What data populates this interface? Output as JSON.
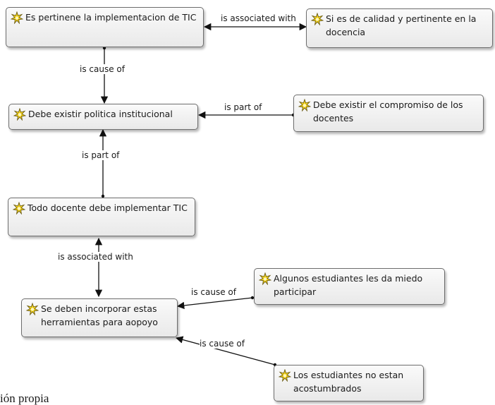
{
  "nodes": {
    "n1": "Es pertinene la implementacion de TIC",
    "n2": "Si es de calidad y pertinente en la docencia",
    "n3": "Debe existir  politica institucional",
    "n4": "Debe existir el compromiso de los docentes",
    "n5": "Todo docente debe implementar TIC",
    "n6": "Algunos estudiantes les da miedo participar",
    "n7": "Se deben incorporar estas herramientas para aopoyo",
    "n8": "Los estudiantes no estan acostumbrados"
  },
  "edges": {
    "e1": "is associated with",
    "e2": "is cause of",
    "e3": "is part of",
    "e4": "is part of",
    "e5": "is associated with",
    "e6": "is cause of",
    "e7": "is cause of"
  },
  "footer": "ión propia",
  "icon": "concept-sparkle-icon",
  "colors": {
    "icon_fill": "#f2d21b",
    "icon_stroke": "#6a5a10",
    "line": "#111111"
  }
}
